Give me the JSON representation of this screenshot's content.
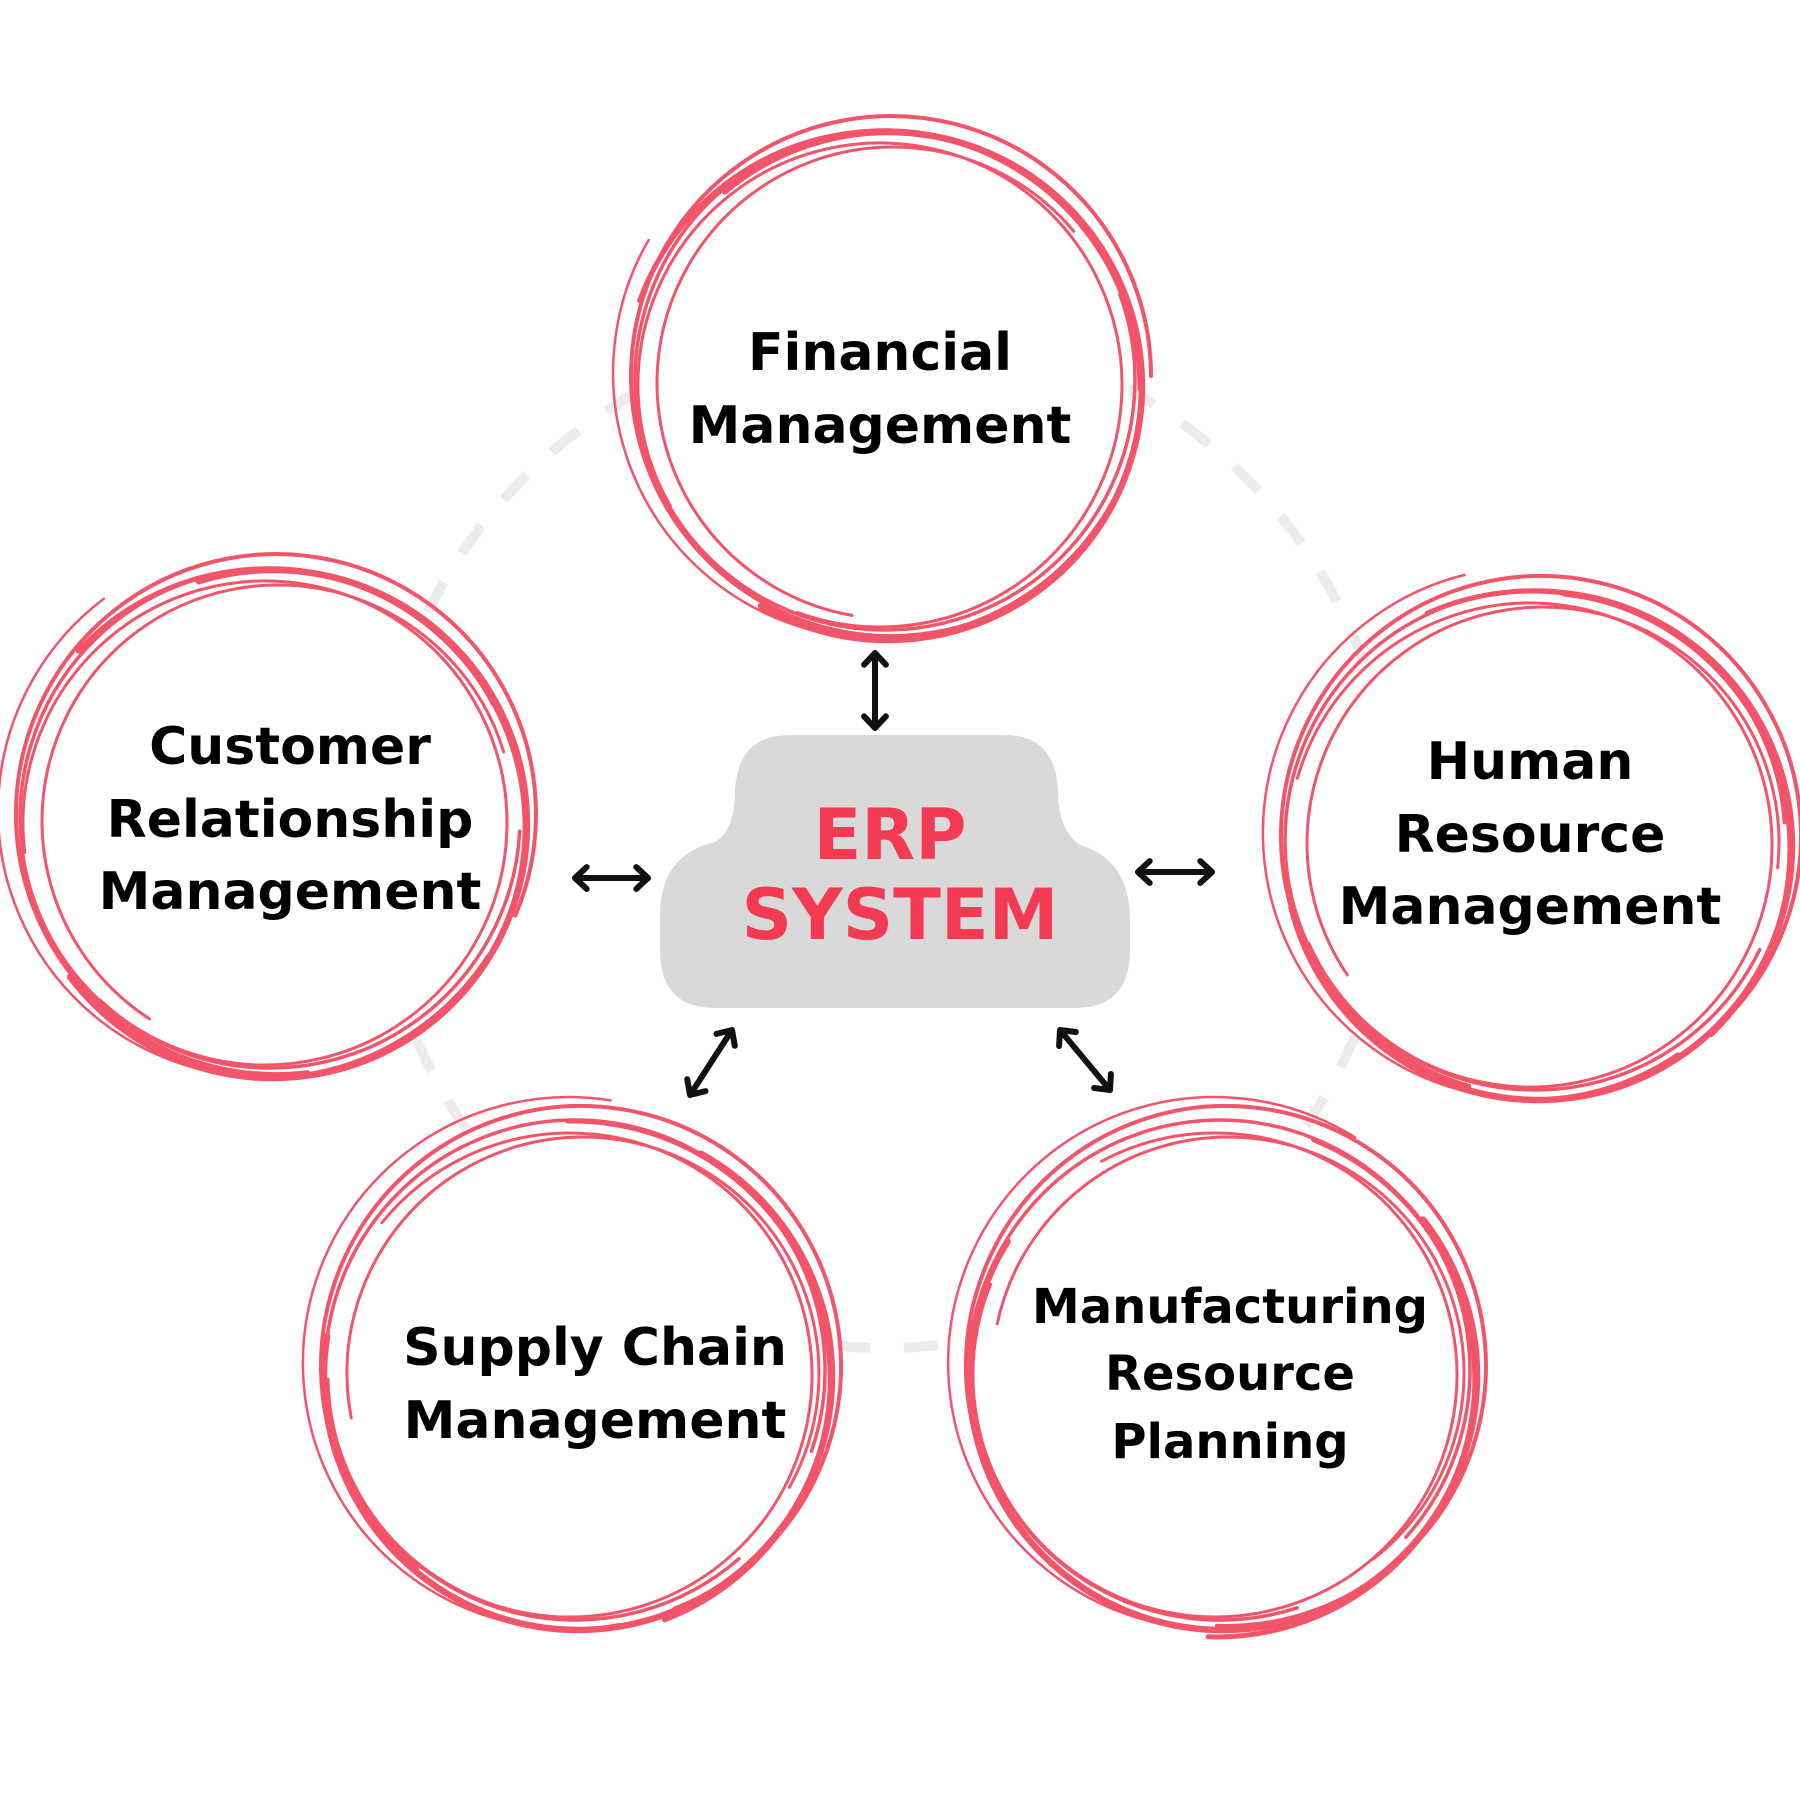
{
  "colors": {
    "accent": "#f25469",
    "center_text": "#f23a52",
    "center_fill": "#d9d9d9",
    "dashed_ring": "#ececec",
    "arrows": "#111111",
    "text": "#000000"
  },
  "center": {
    "line1": "ERP",
    "line2": "SYSTEM"
  },
  "modules": [
    {
      "id": "financial",
      "lines": [
        "Financial",
        "Management"
      ]
    },
    {
      "id": "customer",
      "lines": [
        "Customer",
        "Relationship",
        "Management"
      ]
    },
    {
      "id": "human",
      "lines": [
        "Human",
        "Resource",
        "Management"
      ]
    },
    {
      "id": "supply",
      "lines": [
        "Supply Chain",
        "Management"
      ]
    },
    {
      "id": "manufacturing",
      "lines": [
        "Manufacturing",
        "Resource",
        "Planning"
      ]
    }
  ],
  "arrow_icon": "double-headed-arrow-icon"
}
